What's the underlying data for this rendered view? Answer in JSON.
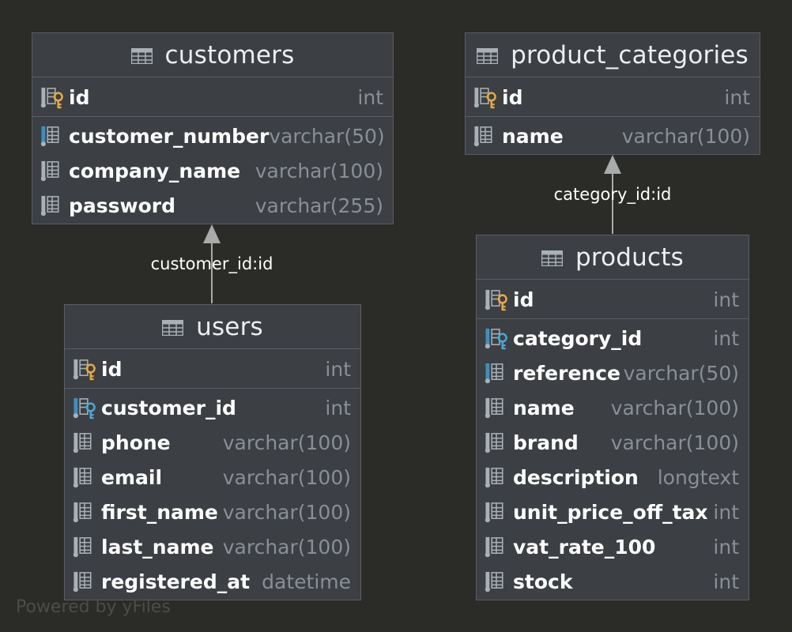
{
  "tables": [
    {
      "key": "customers",
      "name": "customers",
      "columns": [
        {
          "name": "id",
          "type": "int",
          "kind": "pk"
        },
        {
          "name": "customer_number",
          "type": "varchar(50)",
          "kind": "unique"
        },
        {
          "name": "company_name",
          "type": "varchar(100)",
          "kind": "col"
        },
        {
          "name": "password",
          "type": "varchar(255)",
          "kind": "col"
        }
      ]
    },
    {
      "key": "product_categories",
      "name": "product_categories",
      "columns": [
        {
          "name": "id",
          "type": "int",
          "kind": "pk"
        },
        {
          "name": "name",
          "type": "varchar(100)",
          "kind": "col"
        }
      ]
    },
    {
      "key": "users",
      "name": "users",
      "columns": [
        {
          "name": "id",
          "type": "int",
          "kind": "pk"
        },
        {
          "name": "customer_id",
          "type": "int",
          "kind": "fk"
        },
        {
          "name": "phone",
          "type": "varchar(100)",
          "kind": "col"
        },
        {
          "name": "email",
          "type": "varchar(100)",
          "kind": "col"
        },
        {
          "name": "first_name",
          "type": "varchar(100)",
          "kind": "col"
        },
        {
          "name": "last_name",
          "type": "varchar(100)",
          "kind": "col"
        },
        {
          "name": "registered_at",
          "type": "datetime",
          "kind": "col"
        }
      ]
    },
    {
      "key": "products",
      "name": "products",
      "columns": [
        {
          "name": "id",
          "type": "int",
          "kind": "pk"
        },
        {
          "name": "category_id",
          "type": "int",
          "kind": "fk"
        },
        {
          "name": "reference",
          "type": "varchar(50)",
          "kind": "unique"
        },
        {
          "name": "name",
          "type": "varchar(100)",
          "kind": "col"
        },
        {
          "name": "brand",
          "type": "varchar(100)",
          "kind": "col"
        },
        {
          "name": "description",
          "type": "longtext",
          "kind": "col"
        },
        {
          "name": "unit_price_off_tax",
          "type": "int",
          "kind": "col"
        },
        {
          "name": "vat_rate_100",
          "type": "int",
          "kind": "col"
        },
        {
          "name": "stock",
          "type": "int",
          "kind": "col"
        }
      ]
    }
  ],
  "relations": [
    {
      "from": "users",
      "to": "customers",
      "label": "customer_id:id"
    },
    {
      "from": "products",
      "to": "product_categories",
      "label": "category_id:id"
    }
  ],
  "watermark": "Powered by yFiles",
  "colors": {
    "background": "#2b2b27",
    "table_fill": "#3c3f43",
    "table_border": "#5a5f66",
    "edge": "#a9abaa",
    "key_pk": "#e7a93f",
    "key_fk": "#4aa7d8",
    "unique_marker": "#3d8fc2",
    "icon_gray": "#a9b0b7"
  }
}
